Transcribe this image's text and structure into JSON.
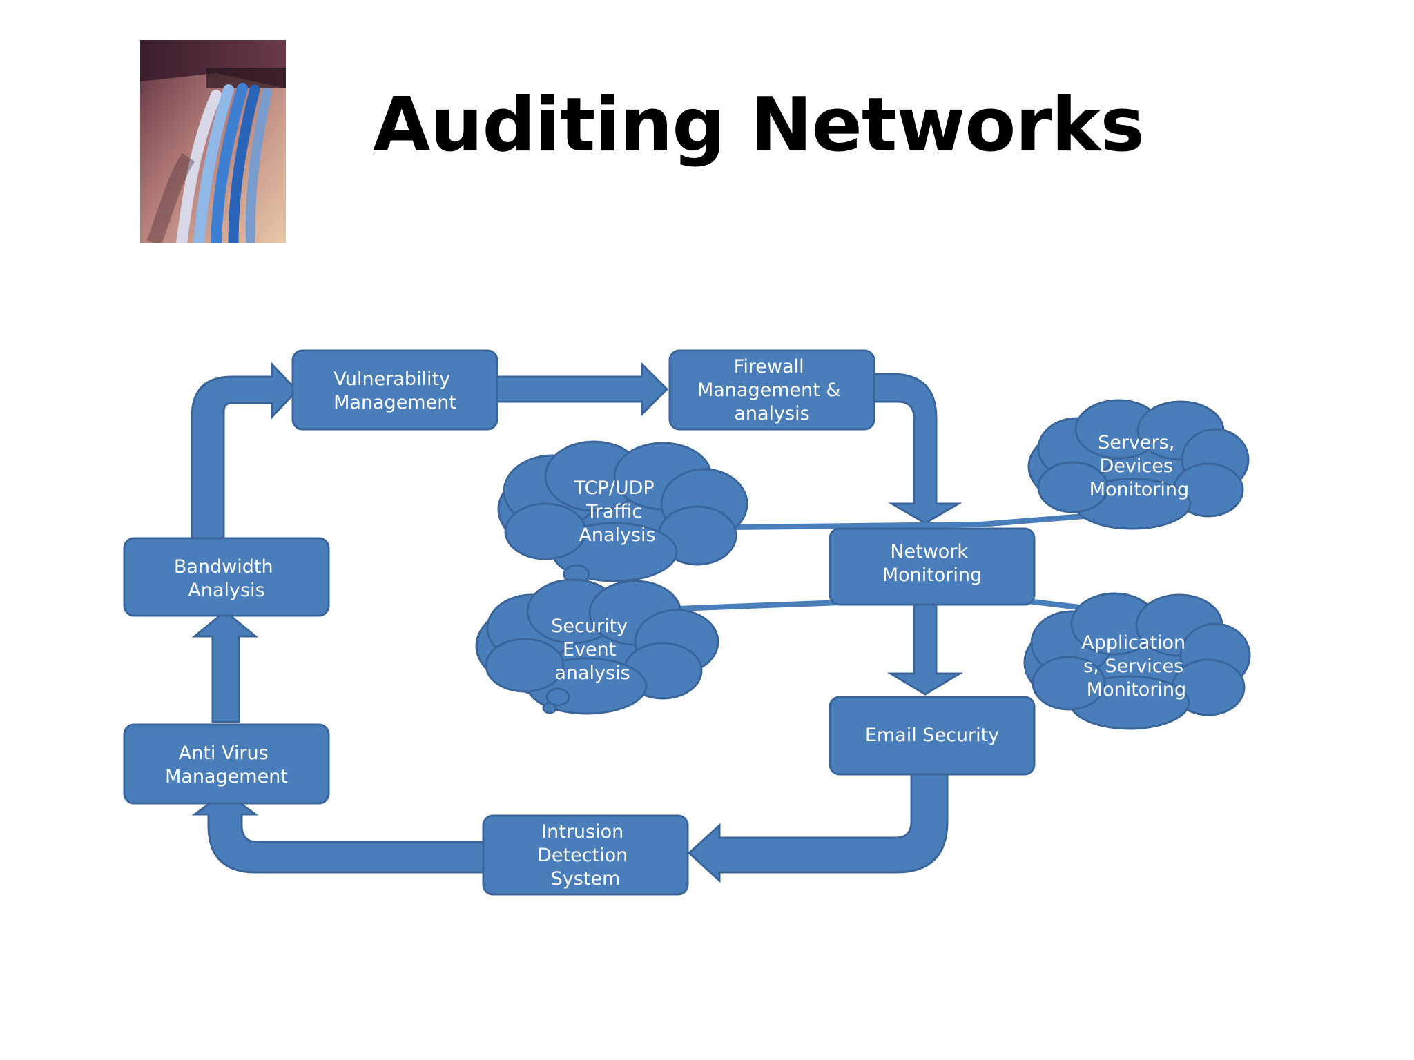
{
  "slide": {
    "title": "Auditing Networks"
  },
  "diagram": {
    "colors": {
      "box_fill": "#4a7ebb",
      "box_stroke": "#3a659a",
      "text": "#ffffff"
    },
    "nodes": {
      "vulnerability": {
        "lines": [
          "Vulnerability",
          "Management"
        ]
      },
      "firewall": {
        "lines": [
          "Firewall",
          "Management &",
          "analysis"
        ]
      },
      "network": {
        "lines": [
          "Network",
          "Monitoring"
        ]
      },
      "email": {
        "lines": [
          "Email Security"
        ]
      },
      "intrusion": {
        "lines": [
          "Intrusion",
          "Detection",
          "System"
        ]
      },
      "antivirus": {
        "lines": [
          "Anti Virus",
          "Management"
        ]
      },
      "bandwidth": {
        "lines": [
          "Bandwidth",
          "Analysis"
        ]
      },
      "tcp": {
        "lines": [
          "TCP/UDP",
          "Traffic",
          "Analysis"
        ]
      },
      "security": {
        "lines": [
          "Security",
          "Event",
          "analysis"
        ]
      },
      "servers": {
        "lines": [
          "Servers,",
          "Devices",
          "Monitoring"
        ]
      },
      "applications": {
        "lines": [
          "Application",
          "s, Services",
          "Monitoring"
        ]
      }
    }
  }
}
